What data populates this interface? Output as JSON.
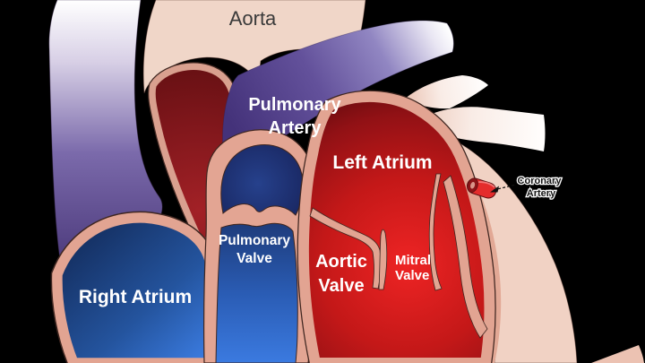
{
  "diagram": {
    "name": "Human heart cross-section diagram",
    "background_color": "#000000",
    "labels": {
      "aorta": {
        "text": "Aorta",
        "color": "#3a3a3a"
      },
      "pulmonary_artery": {
        "line1": "Pulmonary",
        "line2": "Artery",
        "color": "#ffffff"
      },
      "left_atrium": {
        "text": "Left Atrium",
        "color": "#ffffff"
      },
      "coronary_artery": {
        "line1": "Coronary",
        "line2": "Artery",
        "color": "#141414"
      },
      "pulmonary_valve": {
        "line1": "Pulmonary",
        "line2": "Valve",
        "color": "#ffffff"
      },
      "aortic_valve": {
        "line1": "Aortic",
        "line2": "Valve",
        "color": "#ffffff"
      },
      "mitral_valve": {
        "line1": "Mitral",
        "line2": "Valve",
        "color": "#ffffff"
      },
      "right_atrium": {
        "text": "Right Atrium",
        "color": "#ffffff"
      }
    },
    "colors": {
      "superior_vena_cava": "#4f3d85",
      "pulmonary_artery_band": "#63519b",
      "aorta_wall": "#f0d6c8",
      "aorta_lumen": "#7c181c",
      "heart_wall": "#e2a492",
      "outer_wall_light": "#f1d2c4",
      "right_atrium_blue": "#3a7ade",
      "pulmonary_trunk_navy": "#1b2d6b",
      "left_heart_red": "#c41818",
      "coronary_artery_red": "#e42c2c"
    }
  }
}
